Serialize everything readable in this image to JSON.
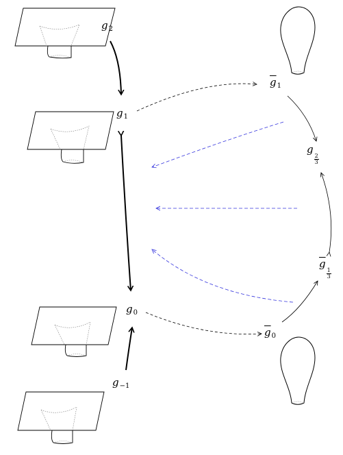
{
  "labels": {
    "g2": {
      "base": "g",
      "sub": "2"
    },
    "g1": {
      "base": "g",
      "sub": "1"
    },
    "g0": {
      "base": "g",
      "sub": "0"
    },
    "gm1": {
      "base": "g",
      "sub": "−1"
    },
    "gbar1": {
      "base": "g",
      "sub": "1"
    },
    "gbar0": {
      "base": "g",
      "sub": "0"
    },
    "g23": {
      "base": "g",
      "num": "2",
      "den": "3"
    },
    "gbar13": {
      "base": "g",
      "num": "1",
      "den": "3"
    }
  },
  "colors": {
    "ink": "#000000",
    "blue_dashed": "#3333dd"
  }
}
